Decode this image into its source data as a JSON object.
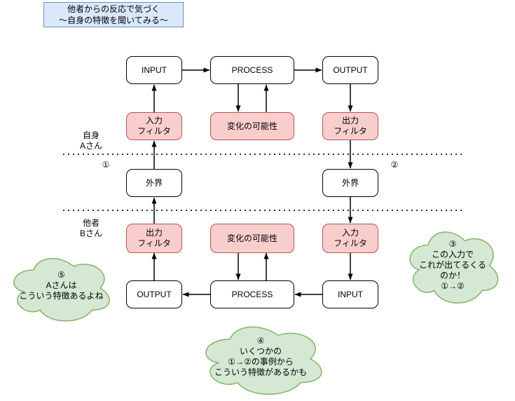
{
  "colors": {
    "title_fill": "#dae8fc",
    "title_stroke": "#6c8ebf",
    "filter_fill": "#f8cecc",
    "filter_stroke": "#b85450",
    "cloud_fill": "#d5e8d4",
    "cloud_stroke": "#82b366",
    "line": "#000000"
  },
  "title": "他者からの反応で気づく\n～自身の特徴を聞いてみる～",
  "labels": {
    "self": "自身\nAさん",
    "other": "他者\nBさん",
    "marker1": "①",
    "marker2": "②"
  },
  "self_system": {
    "input": "INPUT",
    "process": "PROCESS",
    "output": "OUTPUT",
    "input_filter": "入力\nフィルタ",
    "change_possibility": "変化の可能性",
    "output_filter": "出力\nフィルタ"
  },
  "world": {
    "left": "外界",
    "right": "外界"
  },
  "other_system": {
    "output_filter": "出力\nフィルタ",
    "change_possibility": "変化の可能性",
    "input_filter": "入力\nフィルタ",
    "output": "OUTPUT",
    "process": "PROCESS",
    "input": "INPUT"
  },
  "clouds": {
    "c3": "③\nこの入力で\nこれが出てるくる\nのか！\n①→②",
    "c4": "④\nいくつかの\n①→②の事例から\nこういう特徴があるかも",
    "c5": "⑤\nAさんは\nこういう特徴あるよね"
  }
}
